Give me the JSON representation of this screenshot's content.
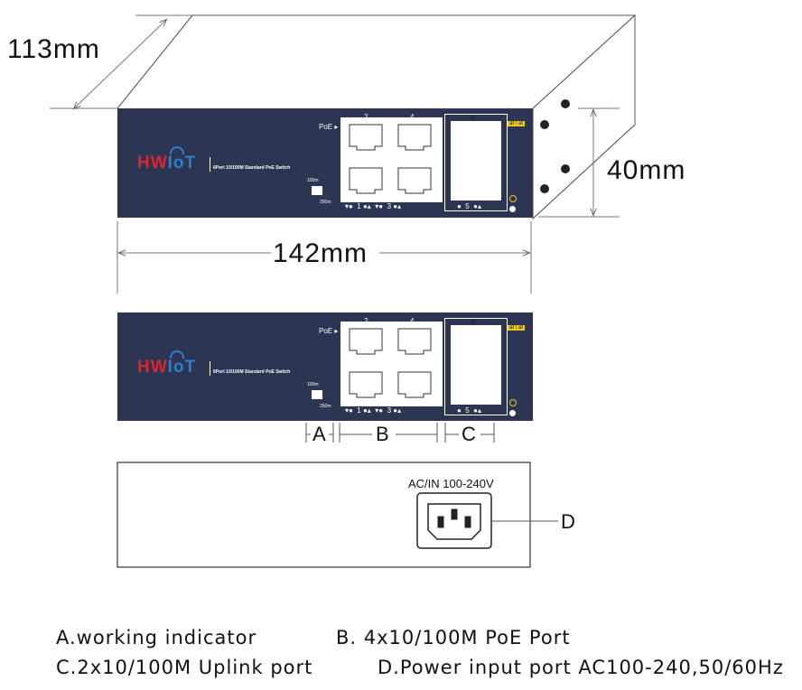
{
  "dimensions": {
    "depth": "113mm",
    "height": "40mm",
    "width": "142mm"
  },
  "panel": {
    "brand_red": "HW",
    "brand_blue": "IoT",
    "model_text": "6Port 10/100M Standard PoE Switch",
    "poe_label": "PoE",
    "ports_top": [
      "2",
      "4"
    ],
    "ports_bottom": [
      "1",
      "3"
    ],
    "uplink_top": "6",
    "uplink_bottom": "5",
    "badge": "af / at",
    "mode_top": "100m",
    "mode_bottom": "250m",
    "colors": {
      "panel": "#2c3552",
      "brand_red": "#e0262c",
      "brand_blue": "#2a7fd4",
      "badge": "#f0c81e"
    }
  },
  "callouts": {
    "a": "A",
    "b": "B",
    "c": "C",
    "d": "D"
  },
  "rear": {
    "power_label": "AC/IN  100-240V"
  },
  "legend": {
    "a": "A.working indicator",
    "b": "B. 4x10/100M PoE Port",
    "c": "C.2x10/100M Uplink port",
    "d": "D.Power input port AC100-240,50/60Hz"
  }
}
